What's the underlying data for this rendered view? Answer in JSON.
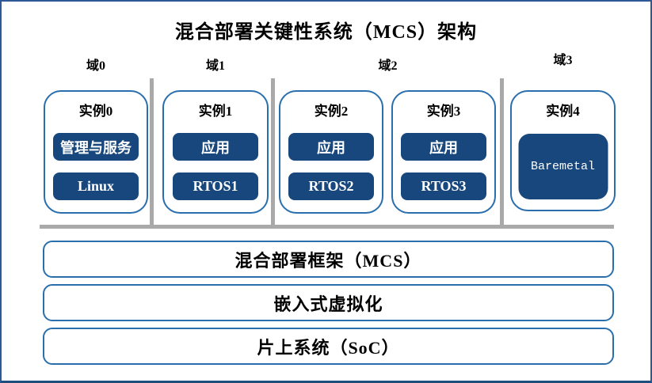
{
  "title": "混合部署关键性系统（MCS）架构",
  "domains": [
    {
      "label": "域0"
    },
    {
      "label": "域1"
    },
    {
      "label": "域2"
    },
    {
      "label": "域3"
    }
  ],
  "instances": [
    {
      "label": "实例0",
      "components": [
        "管理与服务",
        "Linux"
      ]
    },
    {
      "label": "实例1",
      "components": [
        "应用",
        "RTOS1"
      ]
    },
    {
      "label": "实例2",
      "components": [
        "应用",
        "RTOS2"
      ]
    },
    {
      "label": "实例3",
      "components": [
        "应用",
        "RTOS3"
      ]
    },
    {
      "label": "实例4",
      "components": [
        "Baremetal"
      ]
    }
  ],
  "layers": [
    {
      "label": "混合部署框架（MCS）"
    },
    {
      "label": "嵌入式虚拟化"
    },
    {
      "label": "片上系统（SoC）"
    }
  ],
  "colors": {
    "component_fill": "#17477c",
    "box_border": "#2a6fad",
    "frame_border": "#2d5a96",
    "frame_bottom_border": "#1e4e7e",
    "divider_gray": "#a9a9a9",
    "text": "#000000",
    "component_text": "#ffffff"
  }
}
